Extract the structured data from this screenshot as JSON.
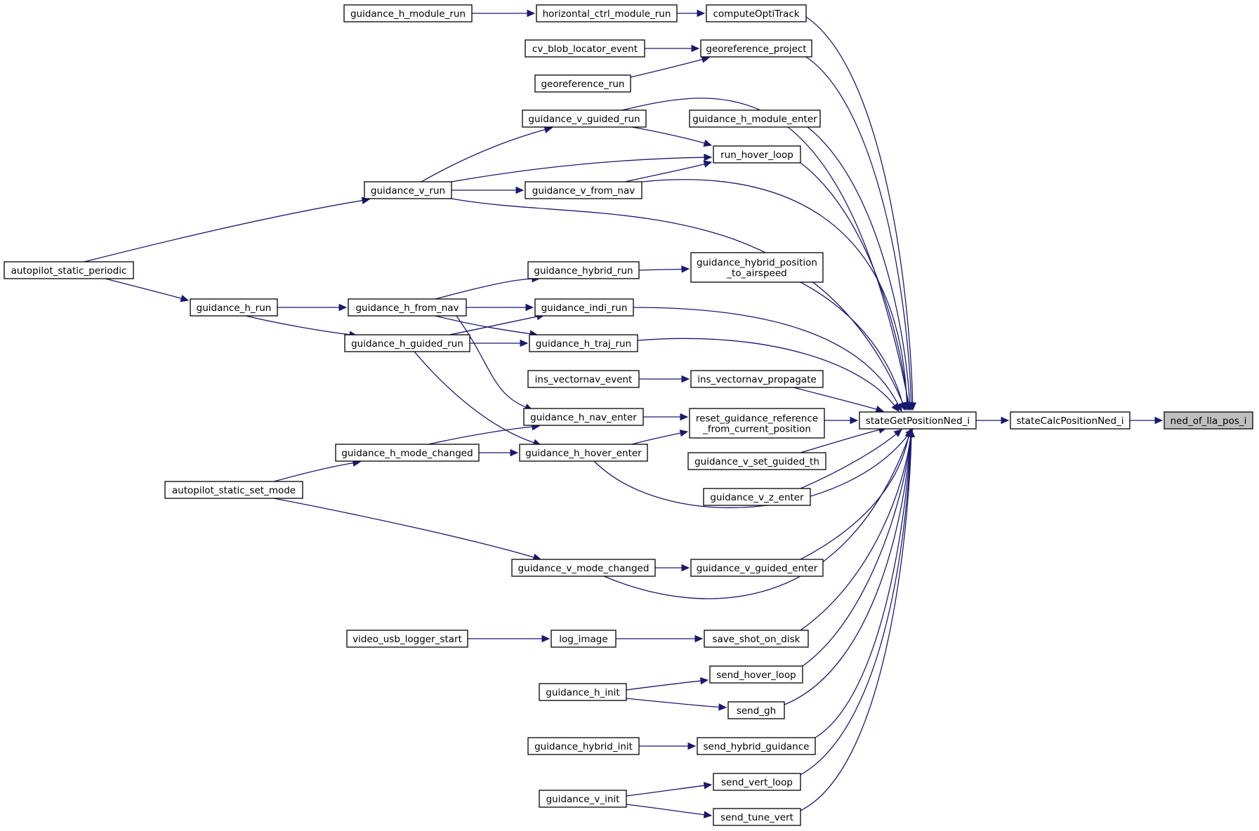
{
  "graph": {
    "nodes": [
      {
        "id": "ned_of_lla_pos_i",
        "lines": [
          "ned_of_lla_pos_i"
        ],
        "highlight": true
      },
      {
        "id": "stateCalcPositionNed_i",
        "lines": [
          "stateCalcPositionNed_i"
        ]
      },
      {
        "id": "stateGetPositionNed_i",
        "lines": [
          "stateGetPositionNed_i"
        ]
      },
      {
        "id": "computeOptiTrack",
        "lines": [
          "computeOptiTrack"
        ]
      },
      {
        "id": "horizontal_ctrl_module_run",
        "lines": [
          "horizontal_ctrl_module_run"
        ]
      },
      {
        "id": "guidance_h_module_run",
        "lines": [
          "guidance_h_module_run"
        ]
      },
      {
        "id": "georeference_project",
        "lines": [
          "georeference_project"
        ]
      },
      {
        "id": "cv_blob_locator_event",
        "lines": [
          "cv_blob_locator_event"
        ]
      },
      {
        "id": "georeference_run",
        "lines": [
          "georeference_run"
        ]
      },
      {
        "id": "guidance_v_guided_run",
        "lines": [
          "guidance_v_guided_run"
        ]
      },
      {
        "id": "guidance_h_module_enter",
        "lines": [
          "guidance_h_module_enter"
        ]
      },
      {
        "id": "run_hover_loop",
        "lines": [
          "run_hover_loop"
        ]
      },
      {
        "id": "guidance_v_run",
        "lines": [
          "guidance_v_run"
        ]
      },
      {
        "id": "guidance_v_from_nav",
        "lines": [
          "guidance_v_from_nav"
        ]
      },
      {
        "id": "autopilot_static_periodic",
        "lines": [
          "autopilot_static_periodic"
        ]
      },
      {
        "id": "guidance_hybrid_run",
        "lines": [
          "guidance_hybrid_run"
        ]
      },
      {
        "id": "guidance_hybrid_position_to_airspeed",
        "lines": [
          "guidance_hybrid_position",
          "_to_airspeed"
        ]
      },
      {
        "id": "guidance_h_run",
        "lines": [
          "guidance_h_run"
        ]
      },
      {
        "id": "guidance_h_from_nav",
        "lines": [
          "guidance_h_from_nav"
        ]
      },
      {
        "id": "guidance_indi_run",
        "lines": [
          "guidance_indi_run"
        ]
      },
      {
        "id": "guidance_h_guided_run",
        "lines": [
          "guidance_h_guided_run"
        ]
      },
      {
        "id": "guidance_h_traj_run",
        "lines": [
          "guidance_h_traj_run"
        ]
      },
      {
        "id": "ins_vectornav_event",
        "lines": [
          "ins_vectornav_event"
        ]
      },
      {
        "id": "ins_vectornav_propagate",
        "lines": [
          "ins_vectornav_propagate"
        ]
      },
      {
        "id": "guidance_h_nav_enter",
        "lines": [
          "guidance_h_nav_enter"
        ]
      },
      {
        "id": "reset_guidance_reference_from_current_position",
        "lines": [
          "reset_guidance_reference",
          "_from_current_position"
        ]
      },
      {
        "id": "guidance_h_mode_changed",
        "lines": [
          "guidance_h_mode_changed"
        ]
      },
      {
        "id": "guidance_h_hover_enter",
        "lines": [
          "guidance_h_hover_enter"
        ]
      },
      {
        "id": "guidance_v_set_guided_th",
        "lines": [
          "guidance_v_set_guided_th"
        ]
      },
      {
        "id": "autopilot_static_set_mode",
        "lines": [
          "autopilot_static_set_mode"
        ]
      },
      {
        "id": "guidance_v_z_enter",
        "lines": [
          "guidance_v_z_enter"
        ]
      },
      {
        "id": "guidance_v_mode_changed",
        "lines": [
          "guidance_v_mode_changed"
        ]
      },
      {
        "id": "guidance_v_guided_enter",
        "lines": [
          "guidance_v_guided_enter"
        ]
      },
      {
        "id": "video_usb_logger_start",
        "lines": [
          "video_usb_logger_start"
        ]
      },
      {
        "id": "log_image",
        "lines": [
          "log_image"
        ]
      },
      {
        "id": "save_shot_on_disk",
        "lines": [
          "save_shot_on_disk"
        ]
      },
      {
        "id": "send_hover_loop",
        "lines": [
          "send_hover_loop"
        ]
      },
      {
        "id": "guidance_h_init",
        "lines": [
          "guidance_h_init"
        ]
      },
      {
        "id": "send_gh",
        "lines": [
          "send_gh"
        ]
      },
      {
        "id": "guidance_hybrid_init",
        "lines": [
          "guidance_hybrid_init"
        ]
      },
      {
        "id": "send_hybrid_guidance",
        "lines": [
          "send_hybrid_guidance"
        ]
      },
      {
        "id": "send_vert_loop",
        "lines": [
          "send_vert_loop"
        ]
      },
      {
        "id": "guidance_v_init",
        "lines": [
          "guidance_v_init"
        ]
      },
      {
        "id": "send_tune_vert",
        "lines": [
          "send_tune_vert"
        ]
      }
    ],
    "edges": [
      {
        "from": "stateCalcPositionNed_i",
        "to": "ned_of_lla_pos_i"
      },
      {
        "from": "stateGetPositionNed_i",
        "to": "stateCalcPositionNed_i"
      },
      {
        "from": "computeOptiTrack",
        "to": "stateGetPositionNed_i"
      },
      {
        "from": "horizontal_ctrl_module_run",
        "to": "computeOptiTrack"
      },
      {
        "from": "guidance_h_module_run",
        "to": "horizontal_ctrl_module_run"
      },
      {
        "from": "georeference_project",
        "to": "stateGetPositionNed_i"
      },
      {
        "from": "cv_blob_locator_event",
        "to": "georeference_project"
      },
      {
        "from": "georeference_run",
        "to": "georeference_project"
      },
      {
        "from": "guidance_v_guided_run",
        "to": "stateGetPositionNed_i"
      },
      {
        "from": "guidance_h_module_enter",
        "to": "stateGetPositionNed_i"
      },
      {
        "from": "run_hover_loop",
        "to": "stateGetPositionNed_i"
      },
      {
        "from": "guidance_v_guided_run",
        "to": "run_hover_loop"
      },
      {
        "from": "guidance_v_run",
        "to": "run_hover_loop"
      },
      {
        "from": "guidance_v_from_nav",
        "to": "run_hover_loop"
      },
      {
        "from": "guidance_v_run",
        "to": "guidance_v_guided_run"
      },
      {
        "from": "guidance_v_run",
        "to": "guidance_v_from_nav"
      },
      {
        "from": "guidance_v_from_nav",
        "to": "stateGetPositionNed_i"
      },
      {
        "from": "guidance_v_run",
        "to": "stateGetPositionNed_i"
      },
      {
        "from": "autopilot_static_periodic",
        "to": "guidance_v_run"
      },
      {
        "from": "autopilot_static_periodic",
        "to": "guidance_h_run"
      },
      {
        "from": "guidance_hybrid_position_to_airspeed",
        "to": "stateGetPositionNed_i"
      },
      {
        "from": "guidance_hybrid_run",
        "to": "guidance_hybrid_position_to_airspeed"
      },
      {
        "from": "guidance_h_from_nav",
        "to": "guidance_hybrid_run"
      },
      {
        "from": "guidance_h_from_nav",
        "to": "guidance_indi_run"
      },
      {
        "from": "guidance_h_from_nav",
        "to": "guidance_h_traj_run"
      },
      {
        "from": "guidance_h_from_nav",
        "to": "guidance_h_nav_enter"
      },
      {
        "from": "guidance_h_run",
        "to": "guidance_h_from_nav"
      },
      {
        "from": "guidance_h_run",
        "to": "guidance_h_guided_run"
      },
      {
        "from": "guidance_indi_run",
        "to": "stateGetPositionNed_i"
      },
      {
        "from": "guidance_h_guided_run",
        "to": "guidance_indi_run"
      },
      {
        "from": "guidance_h_guided_run",
        "to": "guidance_h_traj_run"
      },
      {
        "from": "guidance_h_guided_run",
        "to": "guidance_h_hover_enter"
      },
      {
        "from": "guidance_h_traj_run",
        "to": "stateGetPositionNed_i"
      },
      {
        "from": "ins_vectornav_propagate",
        "to": "stateGetPositionNed_i"
      },
      {
        "from": "ins_vectornav_event",
        "to": "ins_vectornav_propagate"
      },
      {
        "from": "reset_guidance_reference_from_current_position",
        "to": "stateGetPositionNed_i"
      },
      {
        "from": "guidance_h_nav_enter",
        "to": "reset_guidance_reference_from_current_position"
      },
      {
        "from": "guidance_h_hover_enter",
        "to": "reset_guidance_reference_from_current_position"
      },
      {
        "from": "guidance_h_hover_enter",
        "to": "stateGetPositionNed_i"
      },
      {
        "from": "guidance_h_mode_changed",
        "to": "guidance_h_nav_enter"
      },
      {
        "from": "guidance_h_mode_changed",
        "to": "guidance_h_hover_enter"
      },
      {
        "from": "autopilot_static_set_mode",
        "to": "guidance_h_mode_changed"
      },
      {
        "from": "autopilot_static_set_mode",
        "to": "guidance_v_mode_changed"
      },
      {
        "from": "guidance_v_set_guided_th",
        "to": "stateGetPositionNed_i"
      },
      {
        "from": "guidance_v_z_enter",
        "to": "stateGetPositionNed_i"
      },
      {
        "from": "guidance_v_mode_changed",
        "to": "guidance_v_guided_enter"
      },
      {
        "from": "guidance_v_mode_changed",
        "to": "stateGetPositionNed_i"
      },
      {
        "from": "guidance_v_guided_enter",
        "to": "stateGetPositionNed_i"
      },
      {
        "from": "save_shot_on_disk",
        "to": "stateGetPositionNed_i"
      },
      {
        "from": "log_image",
        "to": "save_shot_on_disk"
      },
      {
        "from": "video_usb_logger_start",
        "to": "log_image"
      },
      {
        "from": "send_hover_loop",
        "to": "stateGetPositionNed_i"
      },
      {
        "from": "guidance_h_init",
        "to": "send_hover_loop"
      },
      {
        "from": "guidance_h_init",
        "to": "send_gh"
      },
      {
        "from": "send_gh",
        "to": "stateGetPositionNed_i"
      },
      {
        "from": "send_hybrid_guidance",
        "to": "stateGetPositionNed_i"
      },
      {
        "from": "guidance_hybrid_init",
        "to": "send_hybrid_guidance"
      },
      {
        "from": "send_vert_loop",
        "to": "stateGetPositionNed_i"
      },
      {
        "from": "guidance_v_init",
        "to": "send_vert_loop"
      },
      {
        "from": "guidance_v_init",
        "to": "send_tune_vert"
      },
      {
        "from": "send_tune_vert",
        "to": "stateGetPositionNed_i"
      }
    ]
  }
}
